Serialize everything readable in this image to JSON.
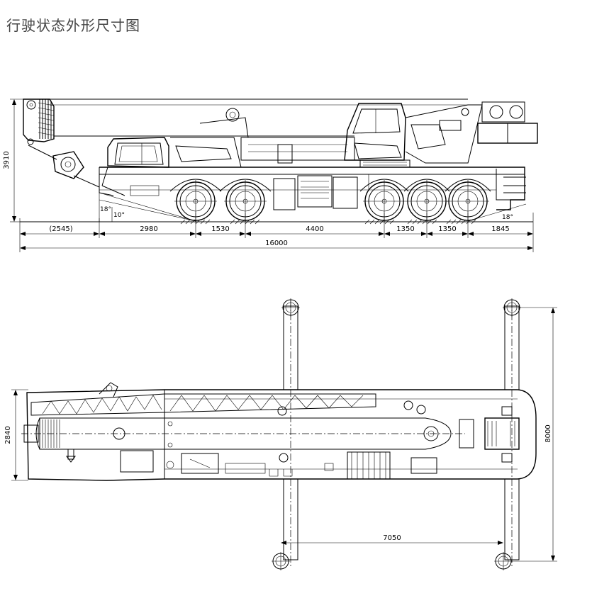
{
  "title": "行驶状态外形尺寸图",
  "side_view": {
    "overall_height": "3910",
    "segments": [
      "(2545)",
      "2980",
      "1530",
      "4400",
      "1350",
      "1350",
      "1845"
    ],
    "overall_length": "16000",
    "approach_angle": "18°",
    "angle_10": "10°",
    "departure_angle": "18°"
  },
  "top_view": {
    "overall_width": "2840",
    "outrigger_span_width": "8000",
    "outrigger_span_length": "7050"
  }
}
